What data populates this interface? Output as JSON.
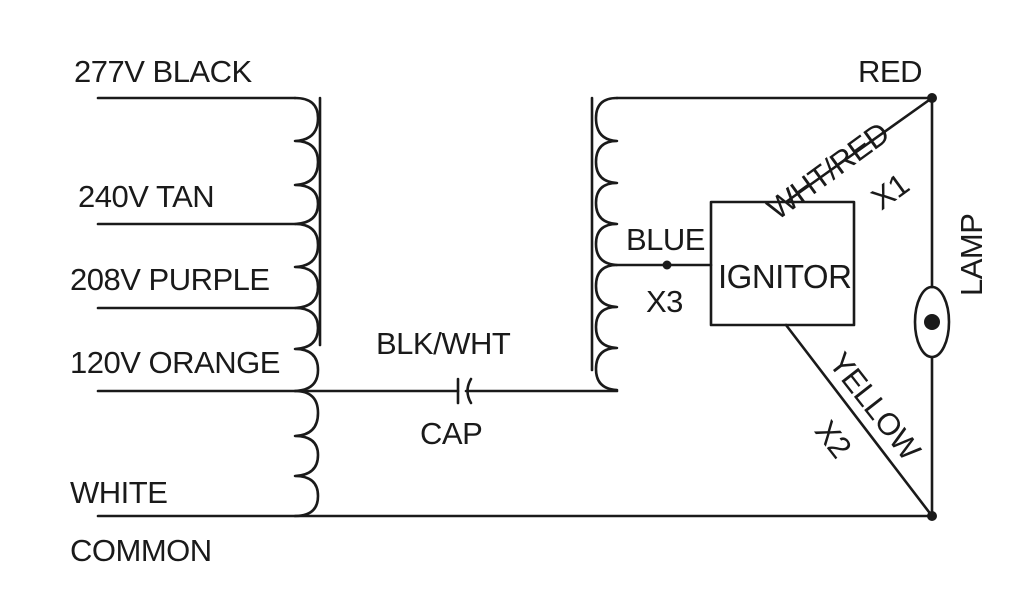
{
  "diagram": {
    "taps": {
      "v277": "277V BLACK",
      "v240": "240V TAN",
      "v208": "208V PURPLE",
      "v120": "120V ORANGE",
      "white": "WHITE",
      "common": "COMMON"
    },
    "capacitor": {
      "wire": "BLK/WHT",
      "name": "CAP"
    },
    "secondary": {
      "blue": "BLUE",
      "x3": "X3"
    },
    "ignitor": "IGNITOR",
    "lamp": {
      "red": "RED",
      "label": "LAMP"
    },
    "wires": {
      "wht_red": "WHT/RED",
      "x1": "X1",
      "yellow": "YELLOW",
      "x2": "X2"
    },
    "colors": {
      "ink": "#1a1a1a",
      "background": "#ffffff"
    }
  }
}
